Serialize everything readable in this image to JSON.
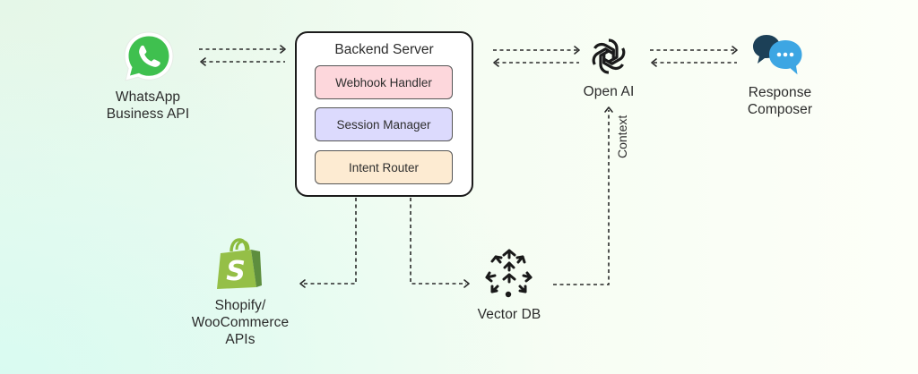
{
  "nodes": {
    "whatsapp": {
      "label_line1": "WhatsApp",
      "label_line2": "Business API",
      "icon": "whatsapp-icon",
      "color": "#3fc04f"
    },
    "backend": {
      "title": "Backend Server",
      "modules": [
        {
          "label": "Webhook Handler",
          "color": "#fdd7dc"
        },
        {
          "label": "Session Manager",
          "color": "#dcdafd"
        },
        {
          "label": "Intent Router",
          "color": "#fdebd2"
        }
      ]
    },
    "openai": {
      "label": "Open AI",
      "icon": "openai-icon"
    },
    "composer": {
      "label_line1": "Response",
      "label_line2": "Composer",
      "icon": "chat-bubbles-icon",
      "colors": {
        "dark": "#1c4057",
        "light": "#3da6e3"
      }
    },
    "shopify": {
      "label_line1": "Shopify/",
      "label_line2": "WooCommerce",
      "label_line3": "APIs",
      "icon": "shopify-bag-icon",
      "color": "#8bbb3e"
    },
    "vectordb": {
      "label": "Vector DB",
      "icon": "vector-db-icon"
    }
  },
  "edges": {
    "context_label": "Context"
  }
}
